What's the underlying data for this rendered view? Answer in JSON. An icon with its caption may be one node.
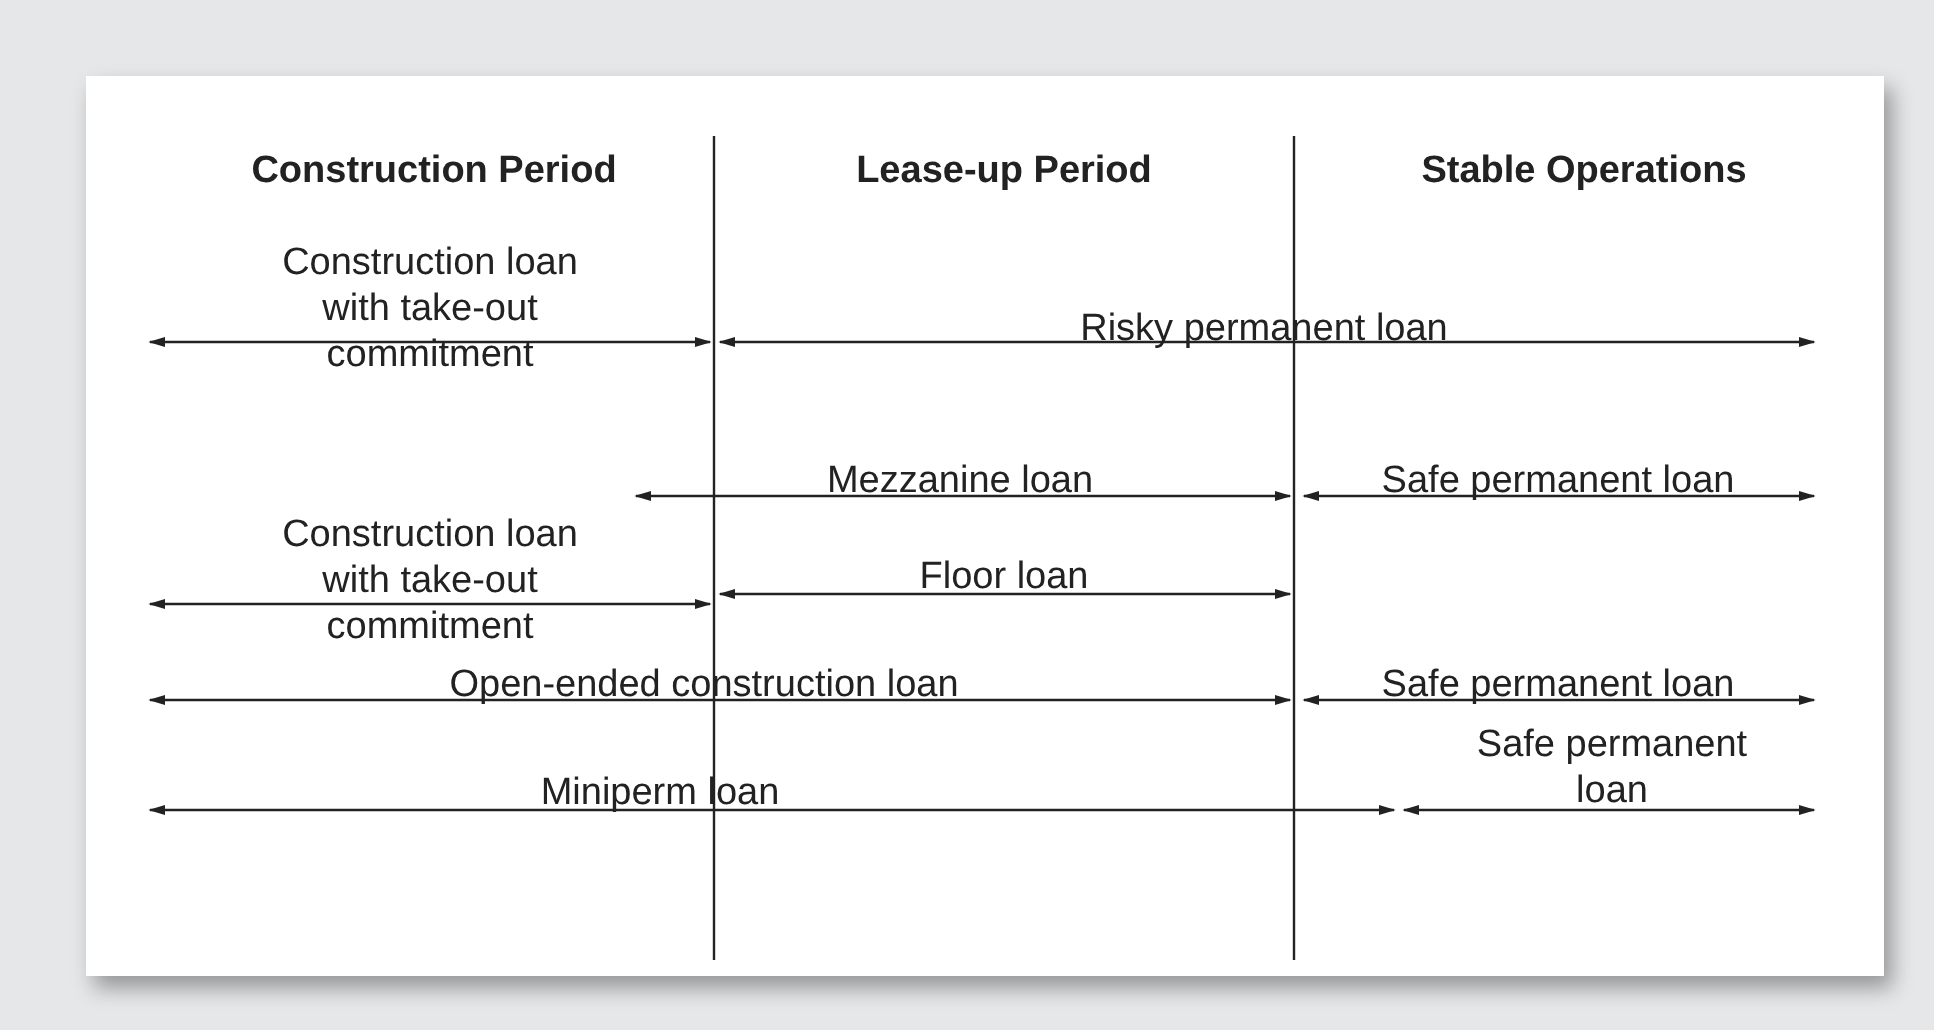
{
  "diagram": {
    "labels": [
      "Construction Period",
      "Lease-up Period",
      "Stable Operations",
      "Construction loan with take-out commitment",
      "Risky permanent loan",
      "Construction loan with take-out commitment",
      "Mezzanine loan",
      "Safe permanent loan",
      "Floor loan",
      "Open-ended construction loan",
      "Safe permanent loan",
      "Safe permanent loan",
      "Miniperm loan"
    ]
  }
}
